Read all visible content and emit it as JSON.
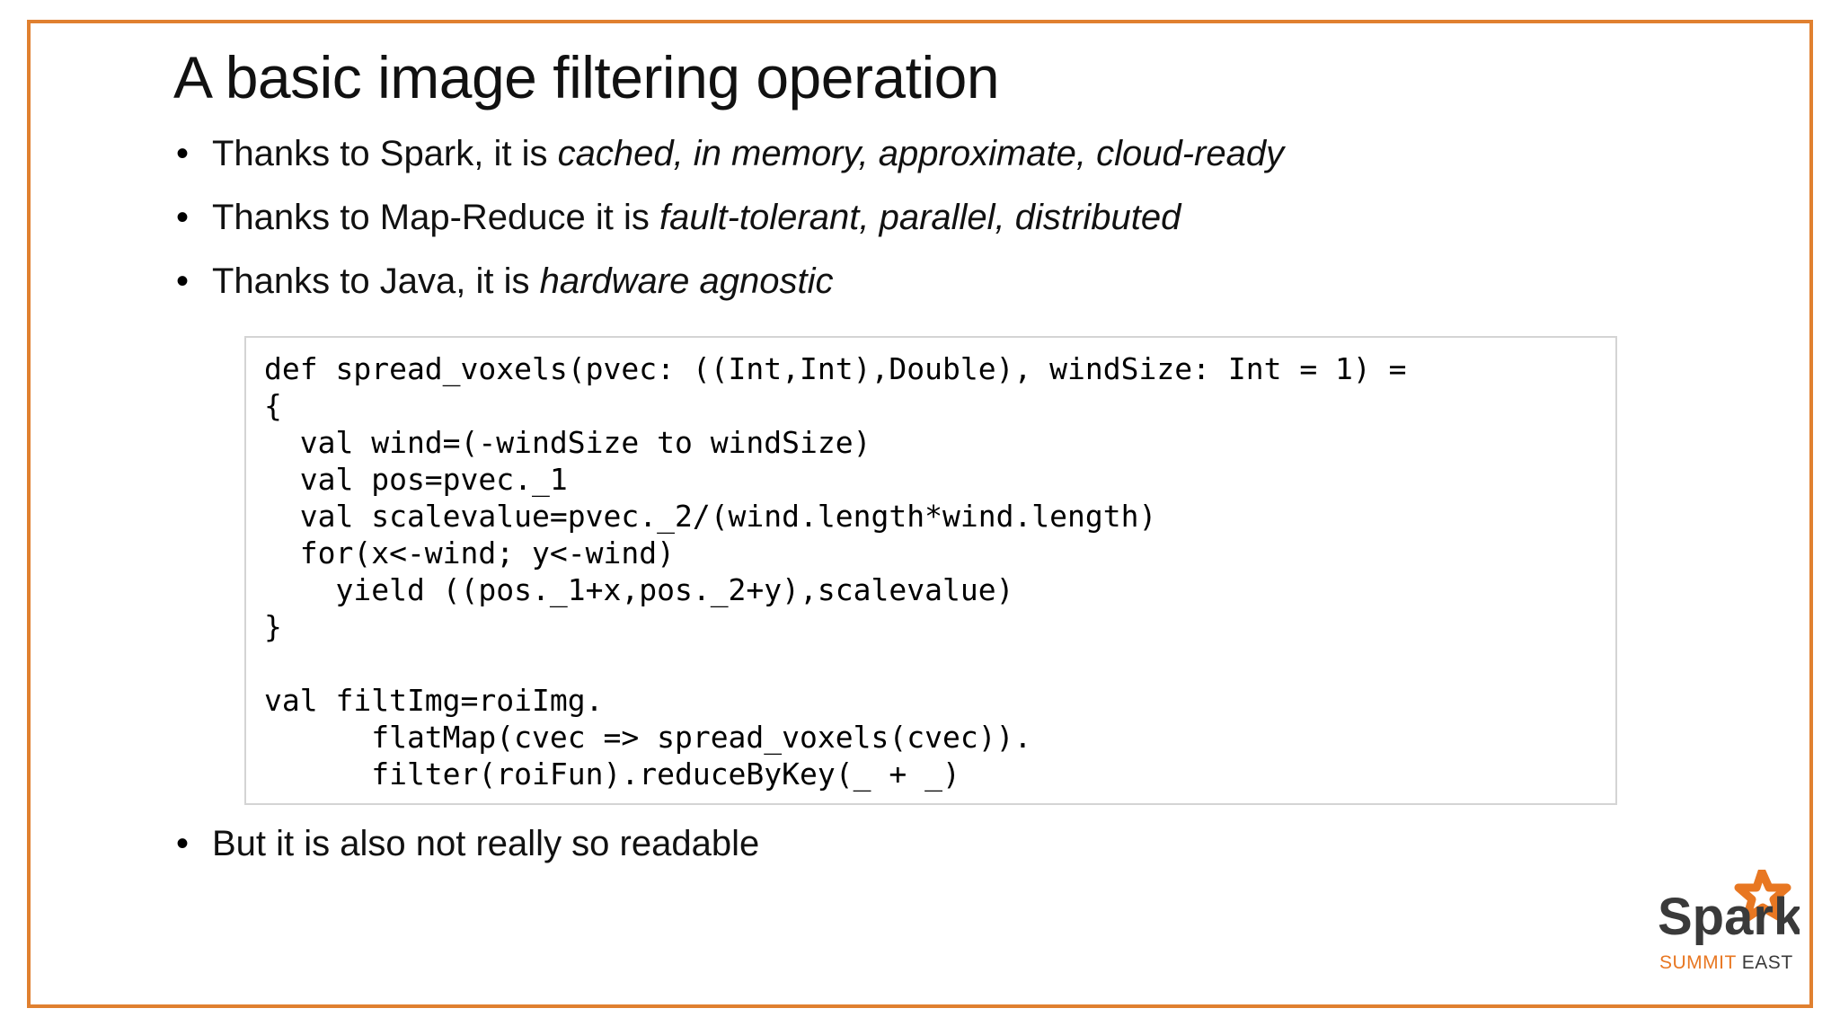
{
  "slide": {
    "title": "A basic image filtering operation",
    "frame_color": "#E08030",
    "background_color": "#FFFFFF",
    "bullets_top": [
      {
        "prefix": "Thanks to Spark, it is ",
        "emphasis": "cached, in memory, approximate, cloud-ready"
      },
      {
        "prefix": "Thanks to Map-Reduce it is ",
        "emphasis": "fault-tolerant, parallel, distributed"
      },
      {
        "prefix": "Thanks to Java, it is ",
        "emphasis": "hardware agnostic"
      }
    ],
    "bullets_bottom": [
      {
        "prefix": "But it is also not really so readable",
        "emphasis": ""
      }
    ],
    "bullet_glyph": "•",
    "code": "def spread_voxels(pvec: ((Int,Int),Double), windSize: Int = 1) =\n{\n  val wind=(-windSize to windSize)\n  val pos=pvec._1\n  val scalevalue=pvec._2/(wind.length*wind.length)\n  for(x<-wind; y<-wind)\n    yield ((pos._1+x,pos._2+y),scalevalue)\n}\n\nval filtImg=roiImg.\n      flatMap(cvec => spread_voxels(cvec)).\n      filter(roiFun).reduceByKey(_ + _)"
  },
  "logo": {
    "wordmark": "Spark",
    "summit_text": "SUMMIT",
    "east_text": "EAST",
    "star_color": "#E87722",
    "wordmark_color": "#3A3A3A",
    "summit_color": "#E87722",
    "east_color": "#3A3A3A"
  }
}
